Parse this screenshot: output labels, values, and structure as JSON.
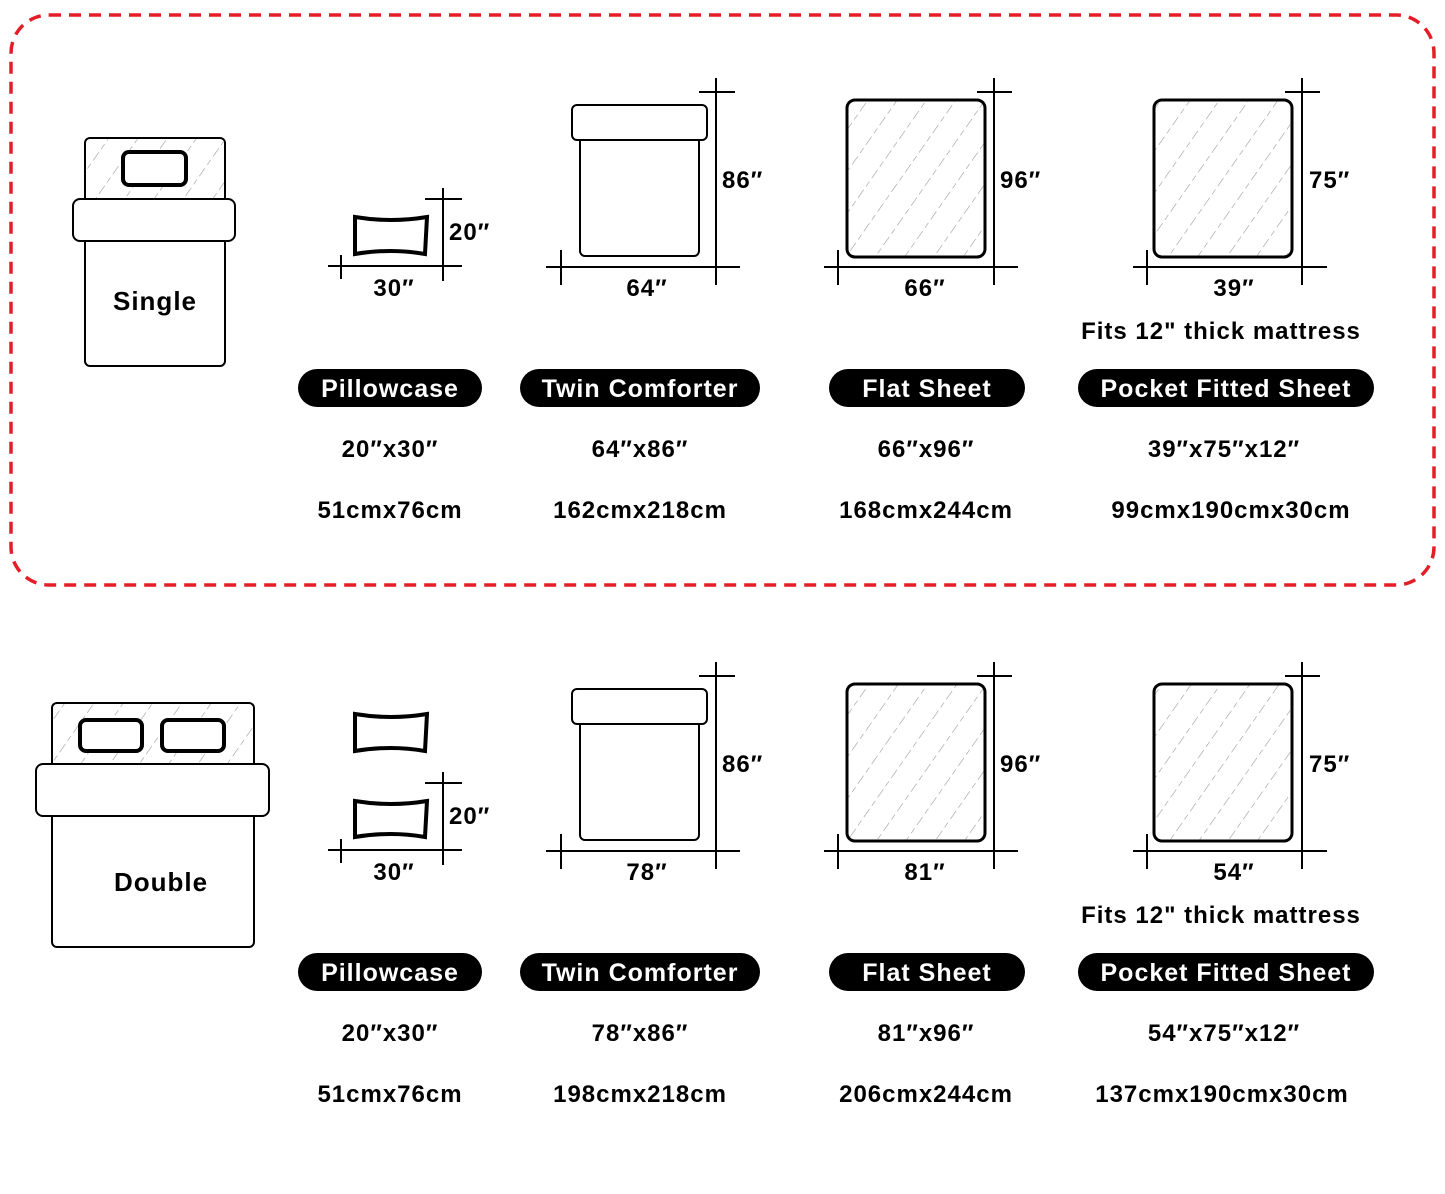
{
  "sections": [
    {
      "bed_label": "Single",
      "items": {
        "pillowcase": {
          "label": "Pillowcase",
          "width_dim": "30″",
          "height_dim": "20″",
          "size_in": "20″x30″",
          "size_cm": "51cmx76cm"
        },
        "comforter": {
          "label": "Twin Comforter",
          "width_dim": "64″",
          "height_dim": "86″",
          "size_in": "64″x86″",
          "size_cm": "162cmx218cm"
        },
        "flat_sheet": {
          "label": "Flat Sheet",
          "width_dim": "66″",
          "height_dim": "96″",
          "size_in": "66″x96″",
          "size_cm": "168cmx244cm"
        },
        "fitted_sheet": {
          "label": "Pocket Fitted Sheet",
          "width_dim": "39″",
          "height_dim": "75″",
          "note": "Fits 12\" thick mattress",
          "size_in": "39″x75″x12″",
          "size_cm": "99cmx190cmx30cm"
        }
      }
    },
    {
      "bed_label": "Double",
      "items": {
        "pillowcase": {
          "label": "Pillowcase",
          "width_dim": "30″",
          "height_dim": "20″",
          "size_in": "20″x30″",
          "size_cm": "51cmx76cm"
        },
        "comforter": {
          "label": "Twin Comforter",
          "width_dim": "78″",
          "height_dim": "86″",
          "size_in": "78″x86″",
          "size_cm": "198cmx218cm"
        },
        "flat_sheet": {
          "label": "Flat Sheet",
          "width_dim": "81″",
          "height_dim": "96″",
          "size_in": "81″x96″",
          "size_cm": "206cmx244cm"
        },
        "fitted_sheet": {
          "label": "Pocket Fitted Sheet",
          "width_dim": "54″",
          "height_dim": "75″",
          "note": "Fits 12\" thick mattress",
          "size_in": "54″x75″x12″",
          "size_cm": "137cmx190cmx30cm"
        }
      }
    }
  ],
  "colors": {
    "frame": "#e41e26",
    "ink": "#000000",
    "hatch": "#9a9a9a"
  }
}
